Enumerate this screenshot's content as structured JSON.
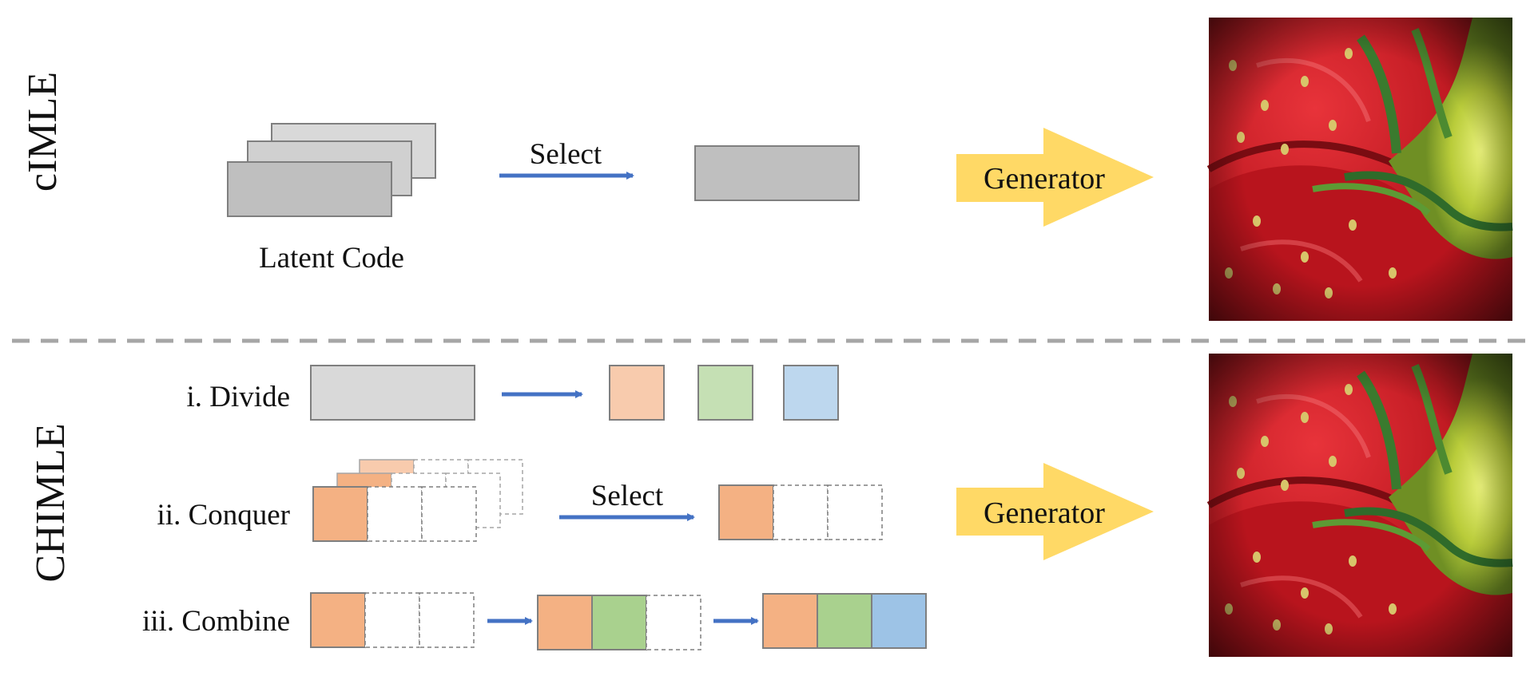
{
  "sections": {
    "top_label": "cIMLE",
    "bottom_label": "CHIMLE"
  },
  "top": {
    "latent_code_label": "Latent Code",
    "select_label": "Select",
    "generator_label": "Generator"
  },
  "bottom": {
    "step_divide": "i. Divide",
    "step_conquer": "ii. Conquer",
    "step_combine": "iii. Combine",
    "select_label": "Select",
    "generator_label": "Generator"
  },
  "colors": {
    "gray_dark": "#bfbfbf",
    "gray_light": "#d9d9d9",
    "orange": "#f4b183",
    "orange_light": "#f8cbad",
    "green": "#a9d18e",
    "green_light": "#c5e0b4",
    "blue": "#9dc3e6",
    "blue_light": "#bdd7ee",
    "arrow_blue": "#4472c4",
    "generator_yellow": "#ffd966",
    "divider": "#a6a6a6"
  }
}
